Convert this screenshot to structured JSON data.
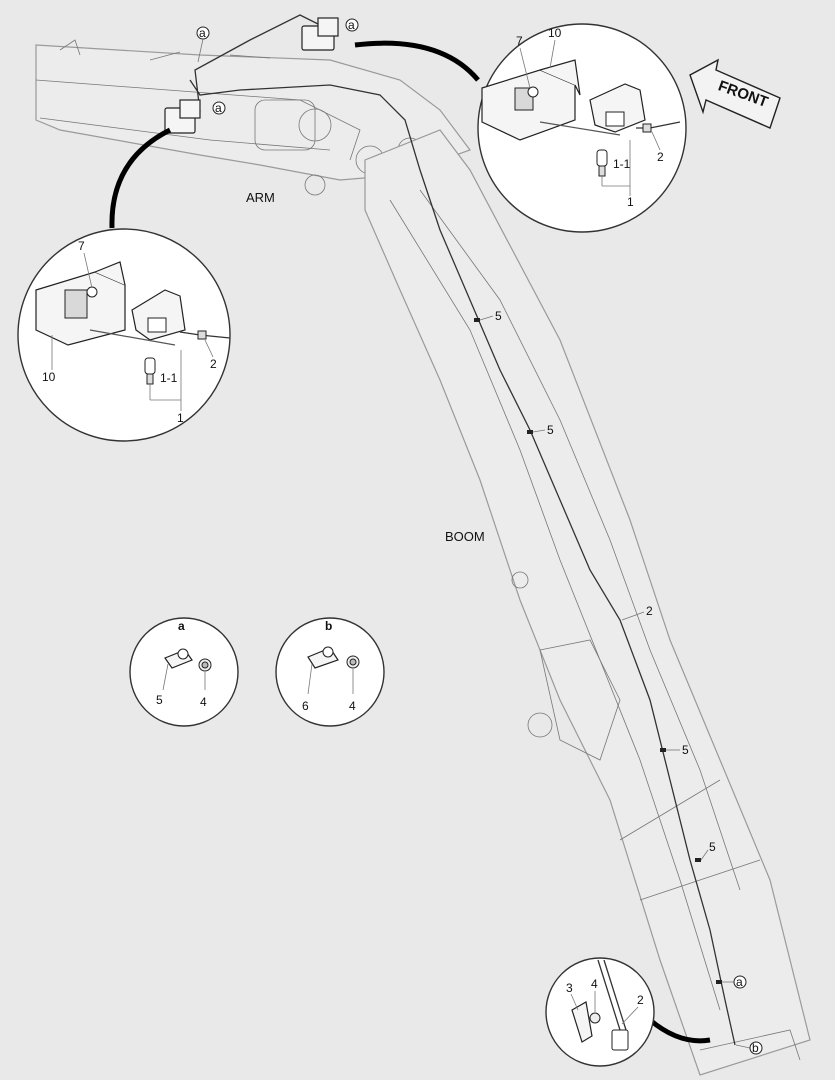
{
  "labels": {
    "arm": "ARM",
    "boom": "BOOM",
    "front": "FRONT"
  },
  "callouts": {
    "a": "a",
    "b": "b",
    "p1": "1",
    "p1_1": "1-1",
    "p2": "2",
    "p3": "3",
    "p4": "4",
    "p5": "5",
    "p6": "6",
    "p7": "7",
    "p10": "10"
  },
  "icons": [
    "arrow-front-icon",
    "work-lamp-icon",
    "bulb-icon",
    "clamp-icon",
    "bolt-icon"
  ]
}
